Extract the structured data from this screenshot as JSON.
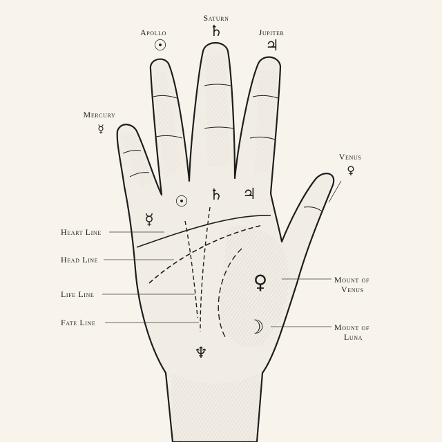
{
  "fingers": {
    "apollo": {
      "label": "Apollo",
      "symbol": "☉"
    },
    "saturn": {
      "label": "Saturn",
      "symbol": "♄"
    },
    "jupiter": {
      "label": "Jupiter",
      "symbol": "♃"
    },
    "mercury": {
      "label": "Mercury",
      "symbol": "☿"
    },
    "venus": {
      "label": "Venus",
      "symbol": "♀"
    }
  },
  "palm_symbols": {
    "mercury": "☿",
    "apollo": "☉",
    "saturn": "♄",
    "jupiter": "♃",
    "venus_mount": "♀",
    "luna_mount": "☽",
    "neptune": "♆"
  },
  "lines": {
    "heart": "Heart Line",
    "head": "Head Line",
    "life": "Life Line",
    "fate": "Fate Line"
  },
  "mounts": {
    "venus": {
      "line1": "Mount of",
      "line2": "Venus"
    },
    "luna": {
      "line1": "Mount of",
      "line2": "Luna"
    }
  },
  "colors": {
    "background": "#f8f4ec",
    "ink": "#1d1d1d",
    "hand": "#f1ede5"
  }
}
